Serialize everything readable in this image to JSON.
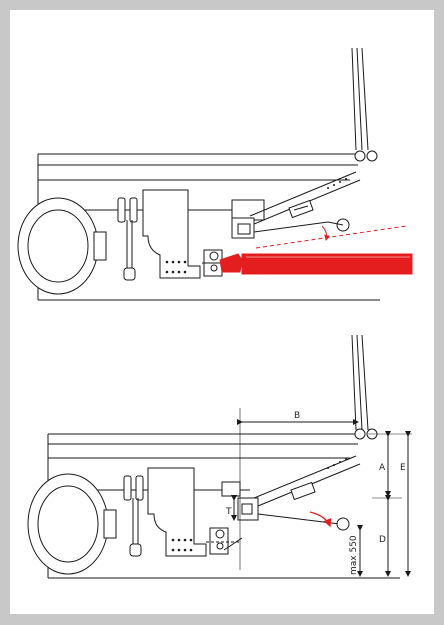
{
  "figure": {
    "colors": {
      "background": "#c8c8c8",
      "paper": "#ffffff",
      "line": "#1a1a1a",
      "highlight": "#e41e1e"
    }
  },
  "top_view": {
    "components": [
      "chassis-frame",
      "wheel",
      "lift-arm-stowed",
      "drawbar-red",
      "coupling-head"
    ]
  },
  "bottom_view": {
    "dimension_labels": {
      "A": "A",
      "B": "B",
      "D": "D",
      "E": "E",
      "T": "T",
      "max": "max 550"
    }
  }
}
